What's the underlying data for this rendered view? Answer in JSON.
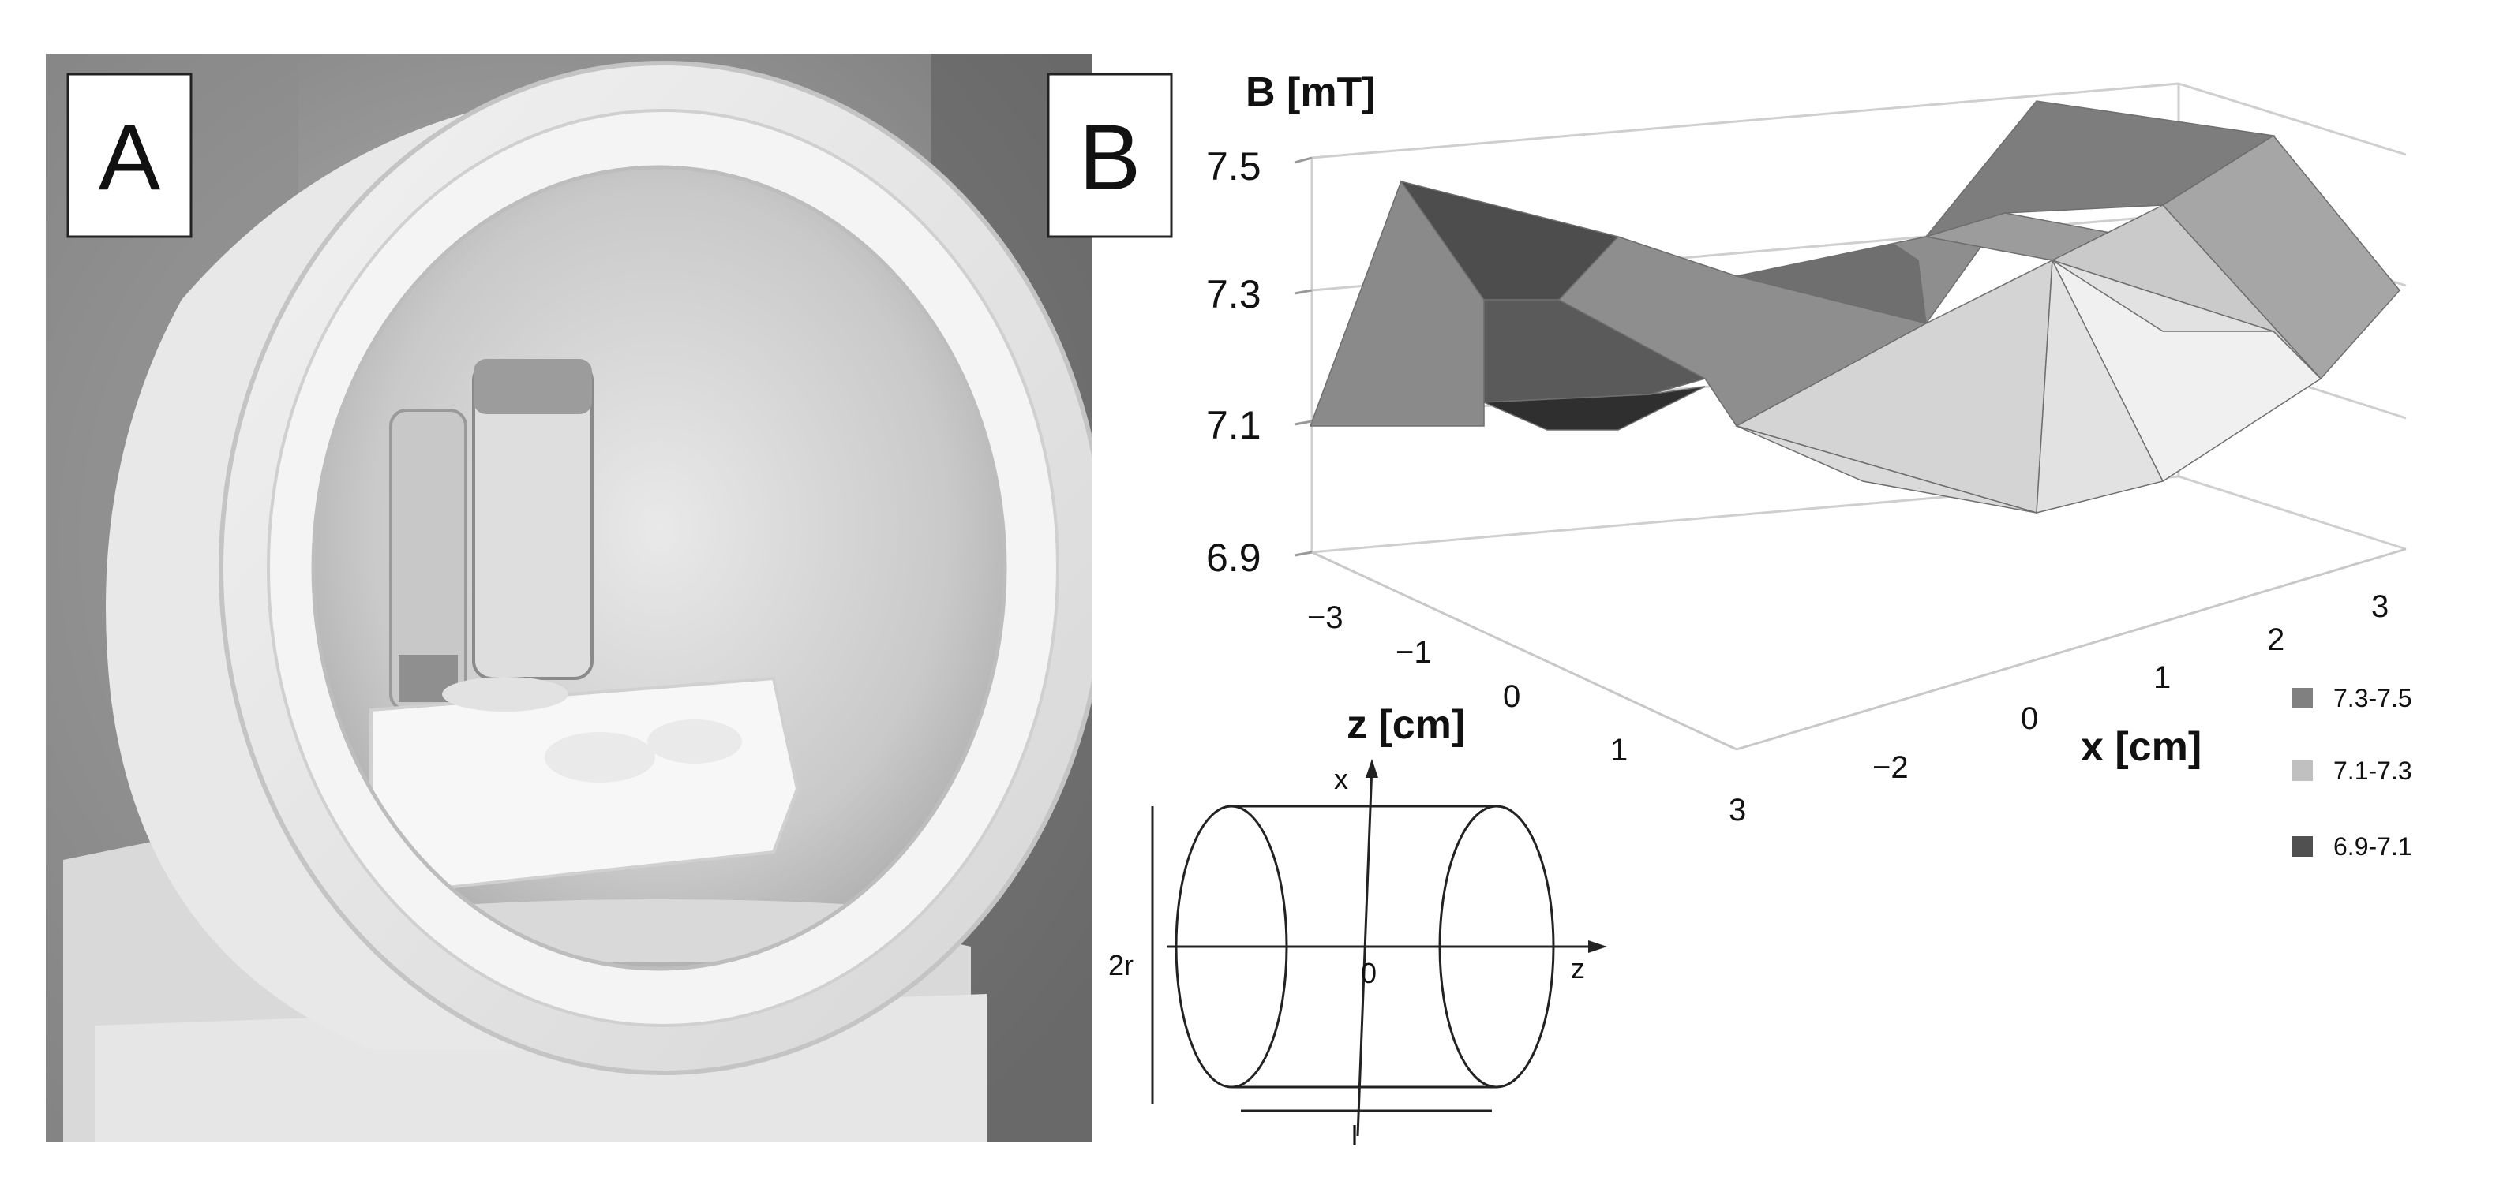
{
  "panels": {
    "a_label": "A",
    "b_label": "B"
  },
  "chart_data": {
    "type": "surface",
    "ylabel": "B [mT]",
    "xlabel": "x [cm]",
    "zlabel": "z [cm]",
    "x_ticks": [
      "−2",
      "0",
      "1",
      "2",
      "3"
    ],
    "z_ticks": [
      "−3",
      "−1",
      "0",
      "1",
      "3"
    ],
    "b_ticks": [
      "7.5",
      "7.3",
      "7.1",
      "6.9"
    ],
    "ylim": [
      6.9,
      7.5
    ],
    "legend": [
      {
        "label": "7.3-7.5",
        "color": "#808080"
      },
      {
        "label": "7.1-7.3",
        "color": "#c0c0c0"
      },
      {
        "label": "6.9-7.1",
        "color": "#505050"
      }
    ],
    "grid": true
  },
  "diagram": {
    "x_label": "x",
    "z_label": "z",
    "origin_label": "0",
    "diameter_label": "2r",
    "length_label": "l"
  }
}
